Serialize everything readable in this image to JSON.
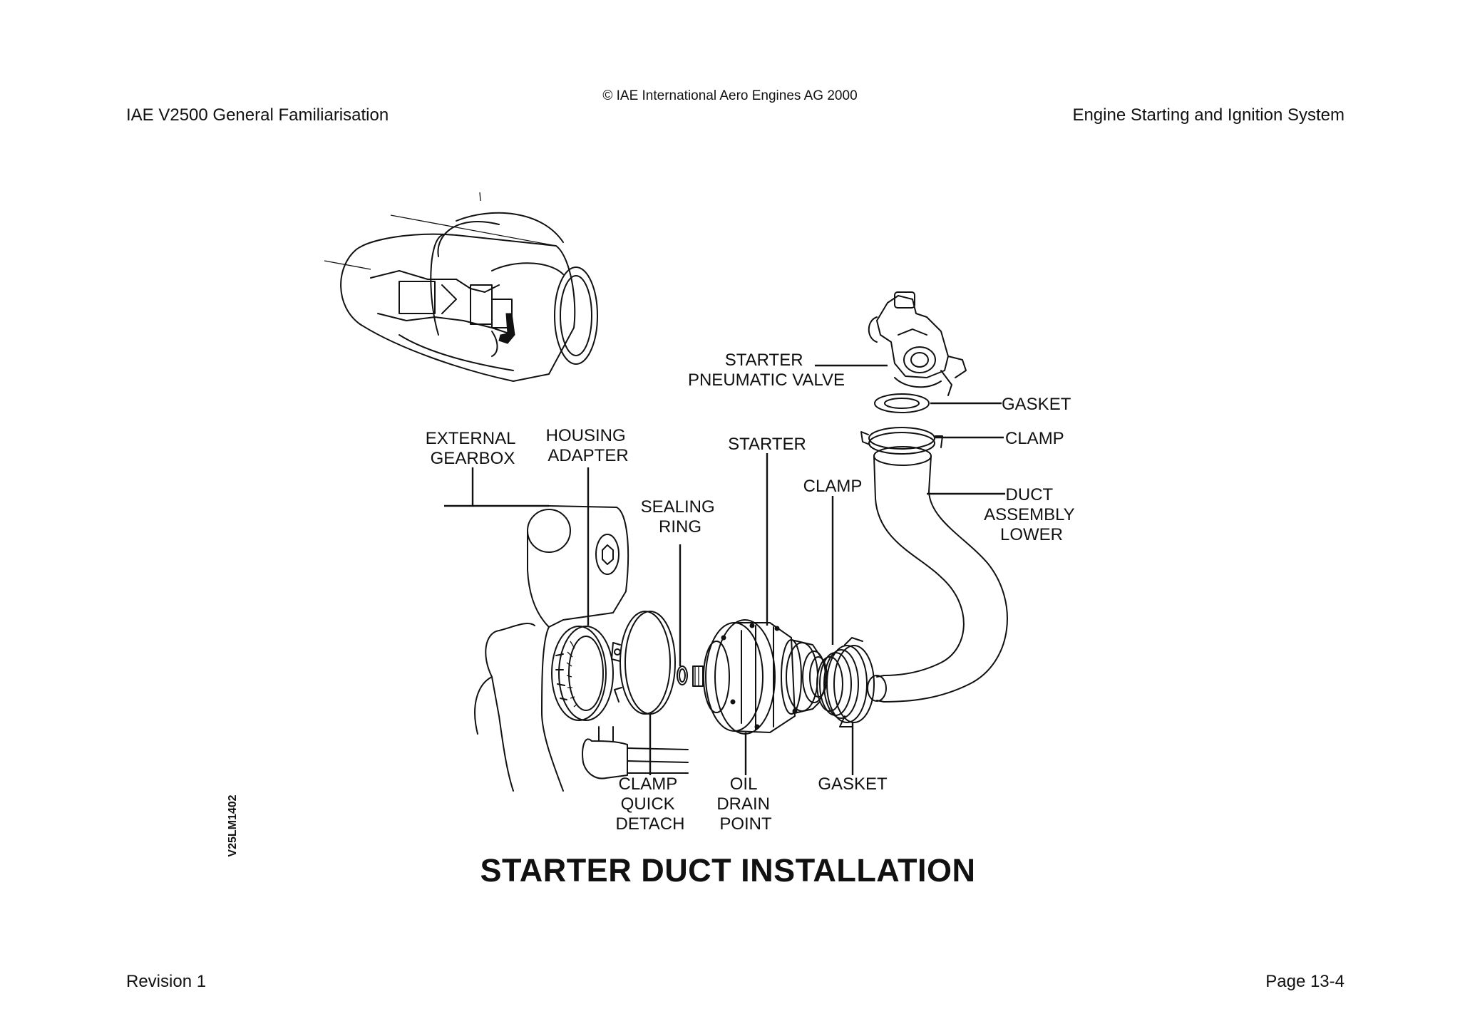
{
  "header": {
    "copyright": "© IAE International Aero Engines AG 2000",
    "document_title": "IAE V2500 General Familiarisation",
    "chapter_title": "Engine Starting and Ignition System"
  },
  "footer": {
    "revision": "Revision 1",
    "page": "Page 13-4"
  },
  "figure": {
    "title": "STARTER DUCT INSTALLATION",
    "drawing_code": "V25LM1402"
  },
  "labels": {
    "starter_pneumatic_valve": [
      "STARTER",
      "PNEUMATIC VALVE"
    ],
    "gasket_upper": [
      "GASKET"
    ],
    "clamp_upper": [
      "CLAMP"
    ],
    "duct_assembly_lower": [
      "DUCT",
      "ASSEMBLY",
      "LOWER"
    ],
    "external_gearbox": [
      "EXTERNAL",
      "GEARBOX"
    ],
    "housing_adapter": [
      "HOUSING",
      "ADAPTER"
    ],
    "starter": [
      "STARTER"
    ],
    "clamp_mid": [
      "CLAMP"
    ],
    "sealing_ring": [
      "SEALING",
      "RING"
    ],
    "clamp_quick_detach": [
      "CLAMP",
      "QUICK",
      "DETACH"
    ],
    "oil_drain_point": [
      "OIL",
      "DRAIN",
      "POINT"
    ],
    "gasket_lower": [
      "GASKET"
    ]
  }
}
